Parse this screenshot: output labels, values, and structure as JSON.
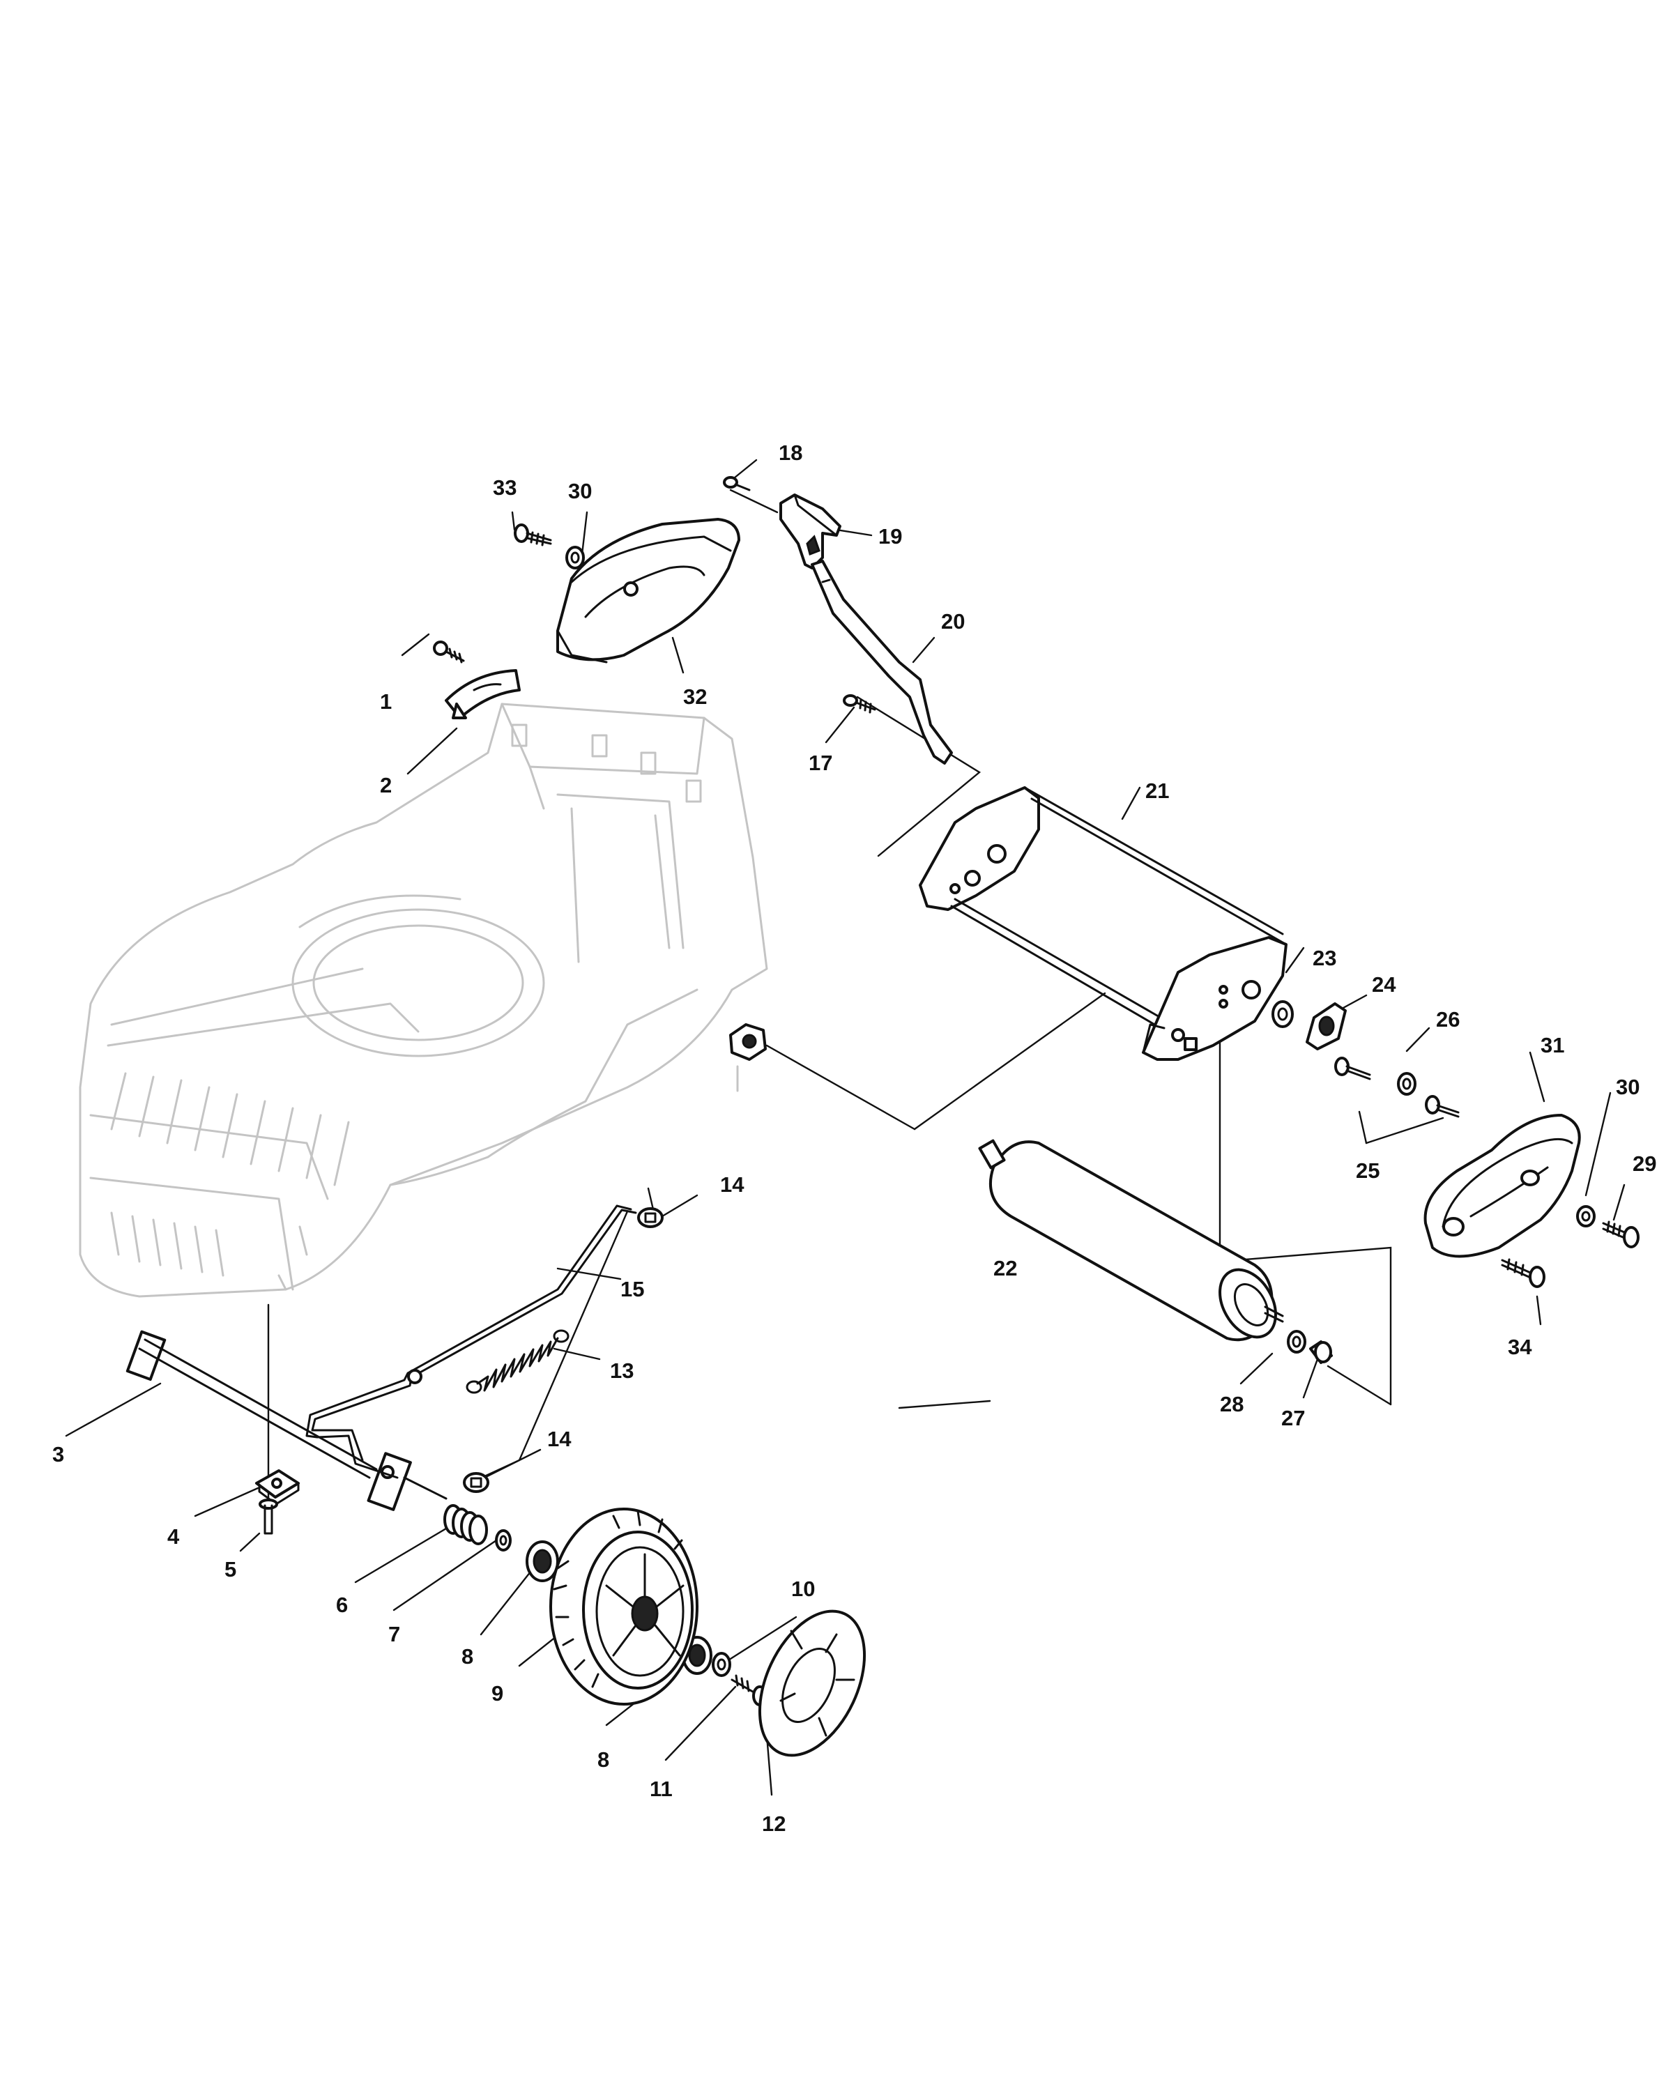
{
  "diagram": {
    "colors": {
      "line": "#111111",
      "ghost": "#c4c4c4",
      "background": "#ffffff"
    },
    "callouts": [
      {
        "id": "c1",
        "label": "1"
      },
      {
        "id": "c2",
        "label": "2"
      },
      {
        "id": "c3",
        "label": "3"
      },
      {
        "id": "c4",
        "label": "4"
      },
      {
        "id": "c5",
        "label": "5"
      },
      {
        "id": "c6",
        "label": "6"
      },
      {
        "id": "c7",
        "label": "7"
      },
      {
        "id": "c8a",
        "label": "8"
      },
      {
        "id": "c8b",
        "label": "8"
      },
      {
        "id": "c9",
        "label": "9"
      },
      {
        "id": "c10",
        "label": "10"
      },
      {
        "id": "c11",
        "label": "11"
      },
      {
        "id": "c12",
        "label": "12"
      },
      {
        "id": "c13",
        "label": "13"
      },
      {
        "id": "c14a",
        "label": "14"
      },
      {
        "id": "c14b",
        "label": "14"
      },
      {
        "id": "c15",
        "label": "15"
      },
      {
        "id": "c17",
        "label": "17"
      },
      {
        "id": "c18",
        "label": "18"
      },
      {
        "id": "c19",
        "label": "19"
      },
      {
        "id": "c20",
        "label": "20"
      },
      {
        "id": "c21",
        "label": "21"
      },
      {
        "id": "c22",
        "label": "22"
      },
      {
        "id": "c23",
        "label": "23"
      },
      {
        "id": "c24",
        "label": "24"
      },
      {
        "id": "c25",
        "label": "25"
      },
      {
        "id": "c26",
        "label": "26"
      },
      {
        "id": "c27",
        "label": "27"
      },
      {
        "id": "c28",
        "label": "28"
      },
      {
        "id": "c29",
        "label": "29"
      },
      {
        "id": "c30a",
        "label": "30"
      },
      {
        "id": "c30b",
        "label": "30"
      },
      {
        "id": "c31",
        "label": "31"
      },
      {
        "id": "c32",
        "label": "32"
      },
      {
        "id": "c33",
        "label": "33"
      },
      {
        "id": "c34",
        "label": "34"
      }
    ]
  }
}
